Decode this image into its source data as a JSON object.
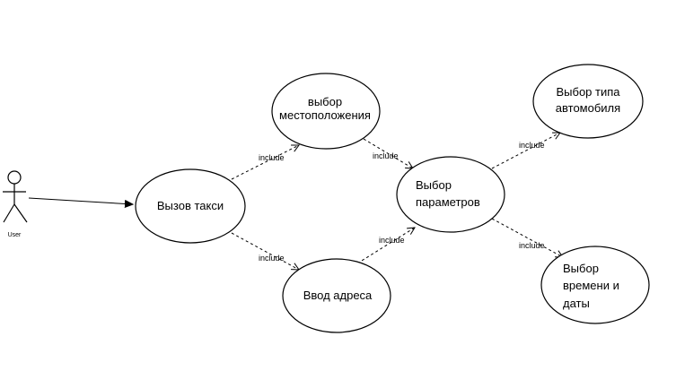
{
  "actor": {
    "label": "User"
  },
  "use_cases": {
    "call_taxi": [
      "Вызов такси"
    ],
    "select_location": [
      "выбор",
      "местоположения"
    ],
    "enter_address": [
      "Ввод адреса"
    ],
    "select_params": [
      "Выбор",
      "параметров"
    ],
    "select_car_type": [
      "Выбор типа",
      "автомобиля"
    ],
    "select_datetime": [
      "Выбор",
      "времени и",
      "даты"
    ]
  },
  "relations": {
    "call_to_location": "include",
    "call_to_address": "include",
    "location_to_params": "include",
    "address_to_params": "include",
    "params_to_car": "include",
    "params_to_datetime": "include"
  }
}
